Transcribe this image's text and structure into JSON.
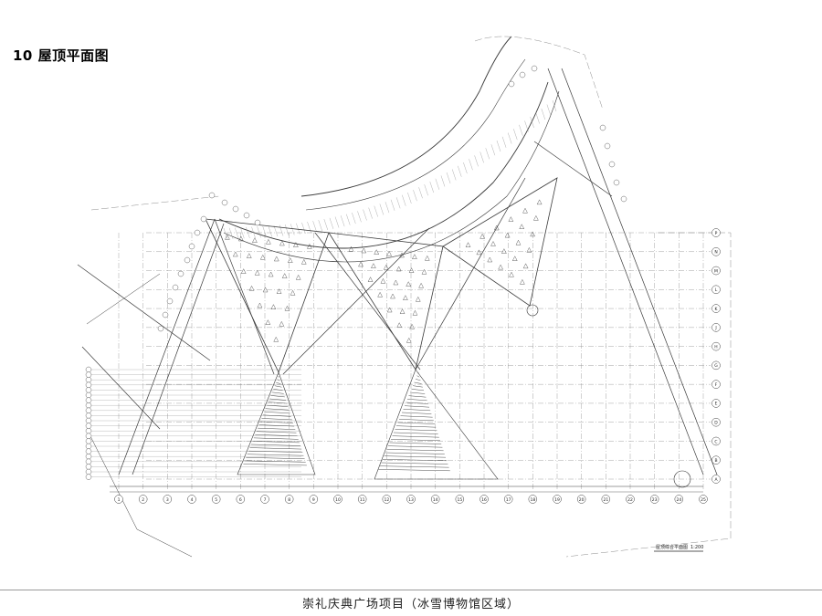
{
  "page": {
    "title": "10 屋顶平面图",
    "footer": "崇礼庆典广场项目（冰雪博物馆区域）"
  },
  "drawing": {
    "sheet_label": "屋顶综合平面图",
    "scale": "1:200",
    "column_axes": [
      "1",
      "2",
      "3",
      "4",
      "5",
      "6",
      "7",
      "8",
      "9",
      "10",
      "11",
      "12",
      "13",
      "14",
      "15",
      "16",
      "17",
      "18",
      "19",
      "20",
      "21",
      "22",
      "23",
      "24",
      "25"
    ],
    "row_axes": [
      "A",
      "B",
      "C",
      "D",
      "E",
      "F",
      "G",
      "H",
      "J",
      "K",
      "L",
      "M",
      "N",
      "P"
    ],
    "line_color": "#3a3a3a",
    "grid_color": "#8c8c8c"
  }
}
